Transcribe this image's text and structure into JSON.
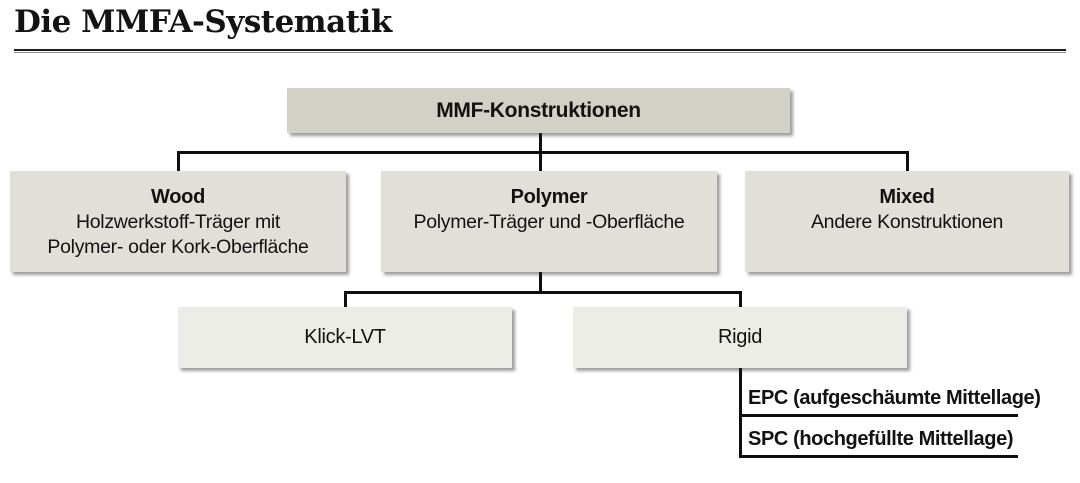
{
  "page": {
    "title": "Die MMFA-Systematik"
  },
  "colors": {
    "root_box_fill": "#d1d2c5",
    "level2_box_fill": "#e0e0d9",
    "level3_box_fill": "#edede7",
    "connector": "#0f0f0f",
    "text": "#121212",
    "rule_dark": "#1c1c1c",
    "rule_gray": "#8f8f8f"
  },
  "tree": {
    "root": {
      "label": "MMF-Konstruktionen"
    },
    "level2": [
      {
        "title": "Wood",
        "lines": [
          "Holzwerkstoff-Träger mit",
          "Polymer- oder Kork-Oberfläche"
        ]
      },
      {
        "title": "Polymer",
        "lines": [
          "Polymer-Träger und -Oberfläche"
        ]
      },
      {
        "title": "Mixed",
        "lines": [
          "Andere Konstruktionen"
        ]
      }
    ],
    "level3": [
      {
        "label": "Klick-LVT"
      },
      {
        "label": "Rigid"
      }
    ],
    "leaves": [
      {
        "label": "EPC (aufgeschäumte Mittellage)"
      },
      {
        "label": "SPC (hochgefüllte Mittellage)"
      }
    ]
  }
}
